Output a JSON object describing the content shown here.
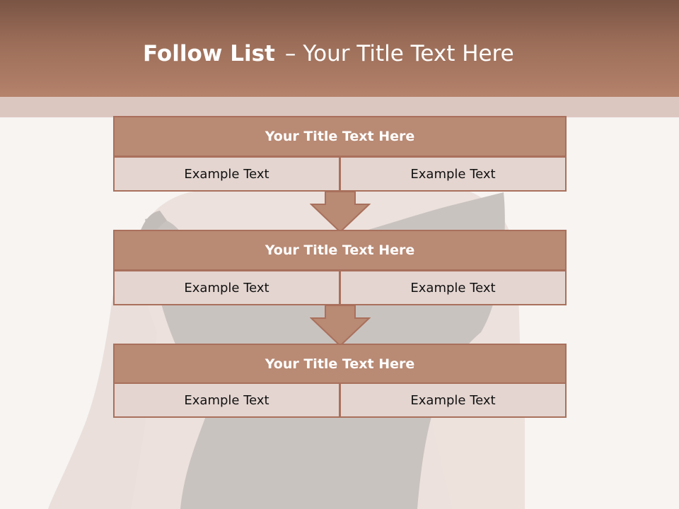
{
  "title": {
    "bold_part": "Follow List",
    "separator": "–",
    "rest": "Your Title Text Here"
  },
  "blocks": [
    {
      "header": "Your Title Text Here",
      "left": "Example Text",
      "right": "Example Text"
    },
    {
      "header": "Your Title Text Here",
      "left": "Example Text",
      "right": "Example Text"
    },
    {
      "header": "Your Title Text Here",
      "left": "Example Text",
      "right": "Example Text"
    }
  ],
  "colors": {
    "band_top": "#7a5444",
    "band_bottom": "#b5826b",
    "block_header": "#b98a74",
    "block_cell": "#e4d5d0",
    "outline": "#a9705c",
    "arrow": "#b98a74"
  }
}
